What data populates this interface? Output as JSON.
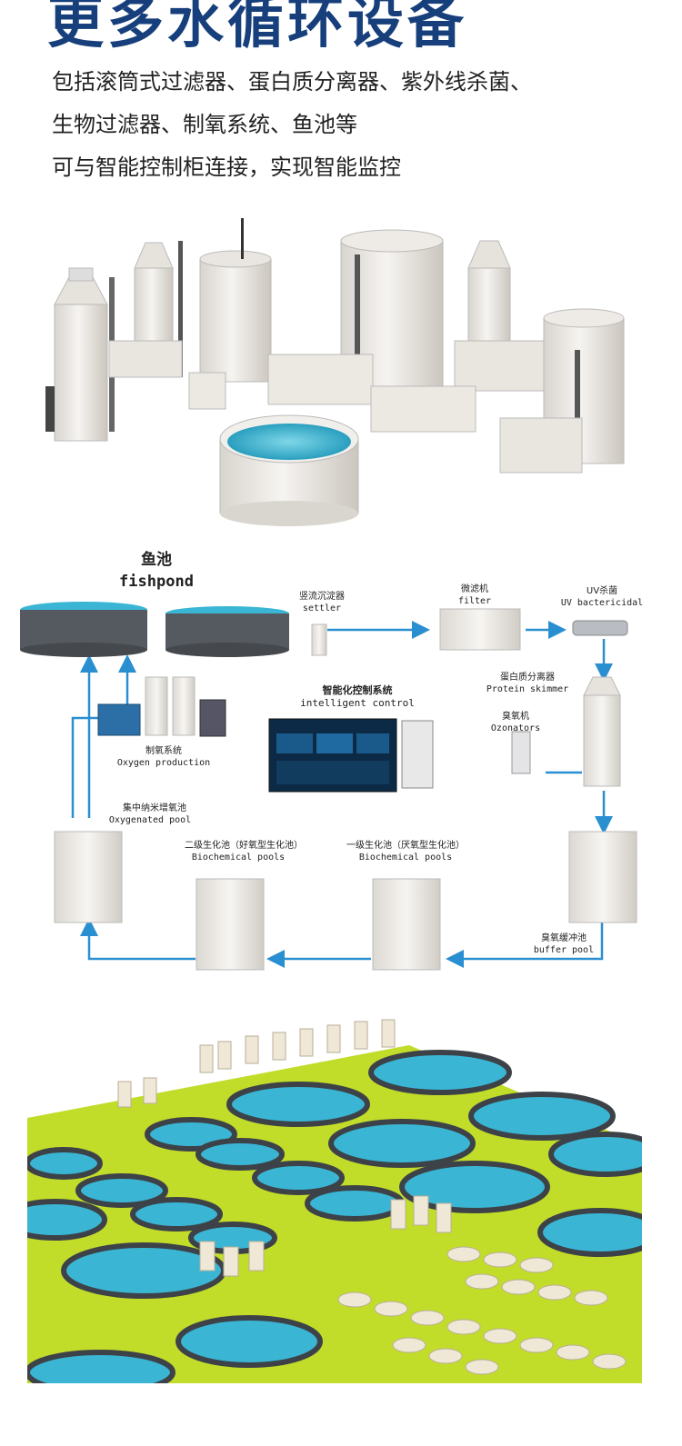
{
  "headline": "更多水循环设备",
  "intro": [
    "包括滚筒式过滤器、蛋白质分离器、紫外线杀菌、",
    "生物过滤器、制氧系统、鱼池等",
    "可与智能控制柜连接，实现智能监控"
  ],
  "diagram": {
    "fishpond_cn": "鱼池",
    "fishpond_en": "fishpond",
    "settler_cn": "竖流沉淀器",
    "settler_en": "settler",
    "filter_cn": "微滤机",
    "filter_en": "filter",
    "uv_cn": "UV杀菌",
    "uv_en": "UV bactericidal",
    "skimmer_cn": "蛋白质分离器",
    "skimmer_en": "Protein skimmer",
    "ozone_cn": "臭氧机",
    "ozone_en": "Ozonators",
    "control_cn": "智能化控制系统",
    "control_en": "intelligent control",
    "oxygen_cn": "制氧系统",
    "oxygen_en": "Oxygen production",
    "oxy_pool_cn": "集中纳米增氧池",
    "oxy_pool_en": "Oxygenated pool",
    "bio2_cn": "二级生化池（好氧型生化池）",
    "bio2_en": "Biochemical pools",
    "bio1_cn": "一级生化池（厌氧型生化池）",
    "bio1_en": "Biochemical pools",
    "buffer_cn": "臭氧缓冲池",
    "buffer_en": "buffer pool"
  },
  "colors": {
    "headline": "#163f7c",
    "flow_line": "#2a8fd0",
    "water": "#3ab6d4",
    "tank": "#ece9e4",
    "farm_ground": "#c2dc2a"
  },
  "icons": [
    "tank-illustration",
    "fish-pond-illustration",
    "control-screen",
    "flow-arrow"
  ]
}
